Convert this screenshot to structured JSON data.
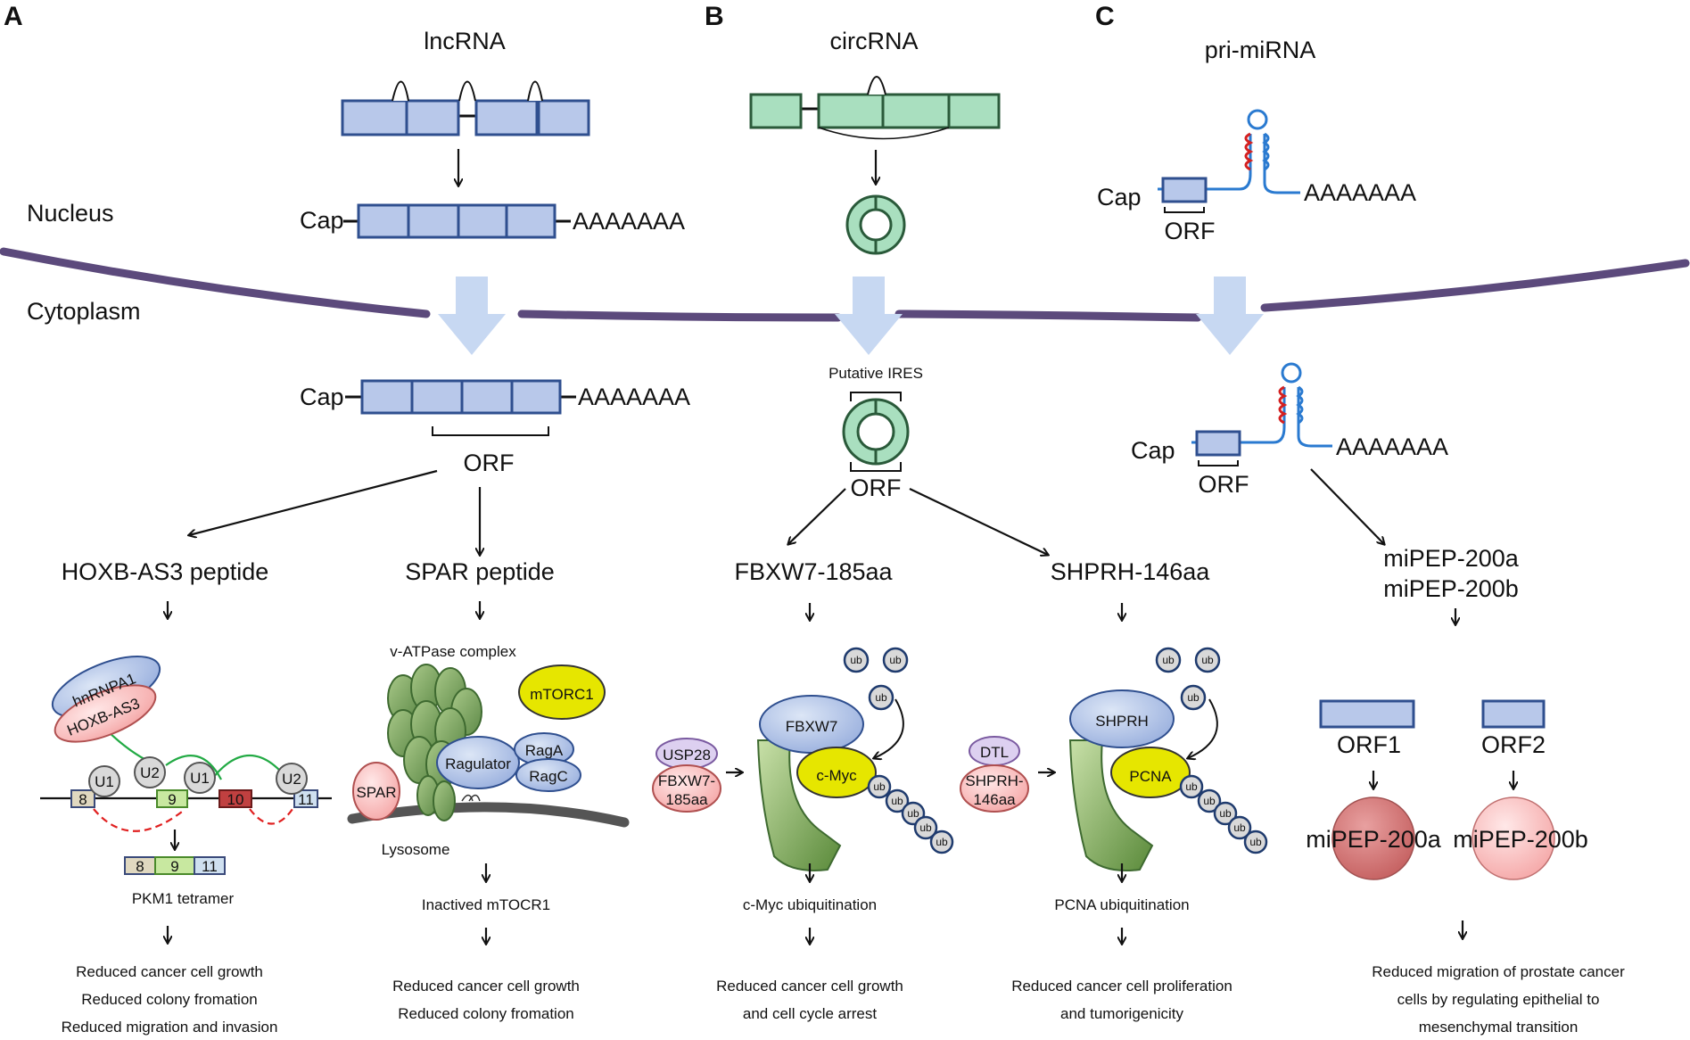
{
  "panels": {
    "A": {
      "letter": "A",
      "rna": "lncRNA"
    },
    "B": {
      "letter": "B",
      "rna": "circRNA"
    },
    "C": {
      "letter": "C",
      "rna": "pri-miRNA"
    }
  },
  "compartments": {
    "nucleus": "Nucleus",
    "cytoplasm": "Cytoplasm"
  },
  "common": {
    "cap": "Cap",
    "polyA": "AAAAAAA",
    "orf": "ORF"
  },
  "panelA": {
    "peptide1": "HOXB-AS3 peptide",
    "peptide2": "SPAR peptide",
    "hnrnpa1": "hnRNPA1",
    "hoxb_as3": "HOXB-AS3",
    "u1": "U1",
    "u2": "U2",
    "exons": [
      "8",
      "9",
      "10",
      "11"
    ],
    "tetramer": "PKM1 tetramer",
    "outcome1": [
      "Reduced cancer cell growth",
      "Reduced colony fromation",
      "Reduced migration and invasion"
    ],
    "vatpase": "v-ATPase complex",
    "mtorc1": "mTORC1",
    "ragulator": "Ragulator",
    "raga": "RagA",
    "ragc": "RagC",
    "spar": "SPAR",
    "lysosome": "Lysosome",
    "inactive": "Inactived mTOCR1",
    "outcome2": [
      "Reduced cancer cell growth",
      "Reduced colony fromation"
    ]
  },
  "panelB": {
    "ires": "Putative IRES",
    "peptide1": "FBXW7-185aa",
    "peptide2": "SHPRH-146aa",
    "usp28": "USP28",
    "fbxw7_small": [
      "FBXW7-",
      "185aa"
    ],
    "fbxw7": "FBXW7",
    "cmyc": "c-Myc",
    "ub": "ub",
    "ubiq1": "c-Myc ubiquitination",
    "outcome1": [
      "Reduced cancer cell growth",
      "and cell cycle arrest"
    ],
    "dtl": "DTL",
    "shprh_small": [
      "SHPRH-",
      "146aa"
    ],
    "shprh": "SHPRH",
    "pcna": "PCNA",
    "ubiq2": "PCNA ubiquitination",
    "outcome2": [
      "Reduced cancer cell proliferation",
      "and tumorigenicity"
    ]
  },
  "panelC": {
    "peptides": [
      "miPEP-200a",
      "miPEP-200b"
    ],
    "orf1": "ORF1",
    "orf2": "ORF2",
    "pep_a": "miPEP-200a",
    "pep_b": "miPEP-200b",
    "outcome": [
      "Reduced migration of prostate cancer",
      "cells by regulating epithelial to",
      "mesenchymal transition"
    ]
  },
  "colors": {
    "exon_blue": "#b8c8ea",
    "exon_green": "#a9dfbf",
    "membrane": "#5c4a7c",
    "big_arrow": "#c7d8f2",
    "yellow": "#e6e600",
    "pink": "#f4b6b6",
    "lavender": "#ddd0f0",
    "stem_red": "#d42020",
    "stem_blue": "#2a7ad0"
  }
}
